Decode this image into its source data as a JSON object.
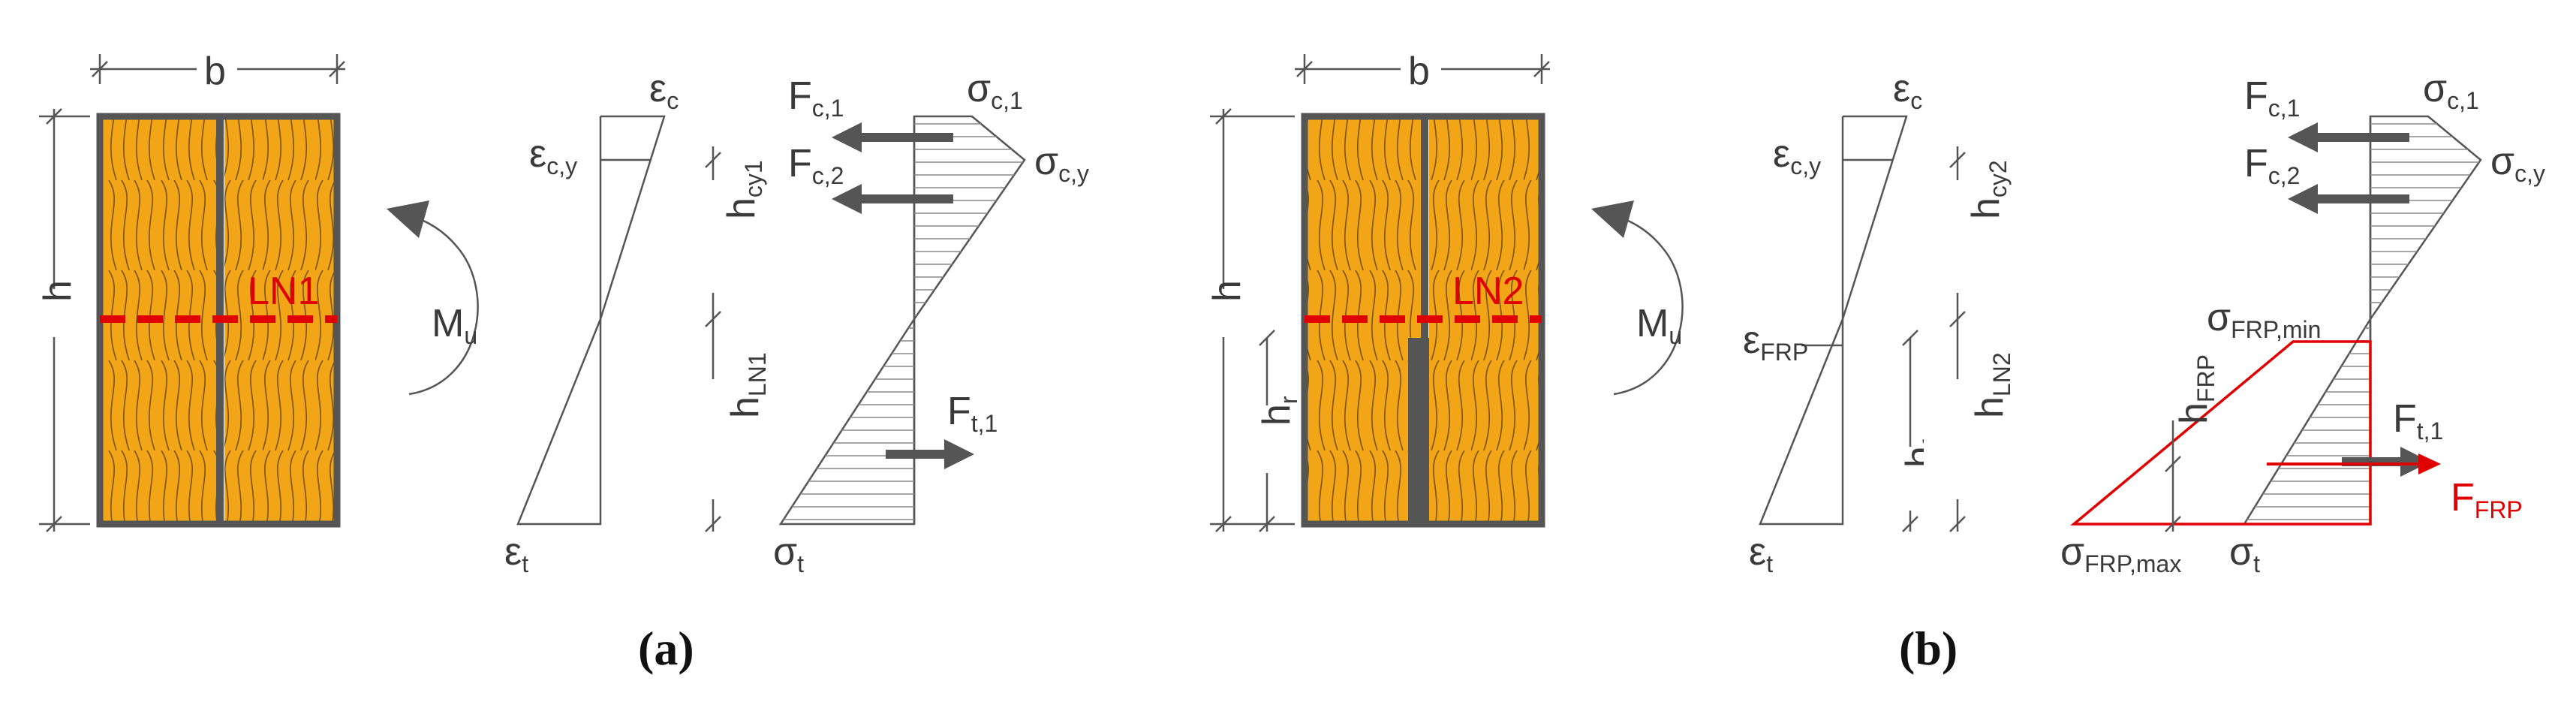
{
  "panel_a": {
    "caption": "(a)",
    "width_label": "b",
    "height_label": "h",
    "neutral_axis_label": "LN1",
    "moment_label": {
      "main": "M",
      "sub": "u"
    },
    "strain": {
      "top": {
        "main": "ε",
        "sub": "c"
      },
      "yield": {
        "main": "ε",
        "sub": "c,y"
      },
      "bottom": {
        "main": "ε",
        "sub": "t"
      }
    },
    "dims": {
      "upper": {
        "main": "h",
        "sub": "cy1"
      },
      "lower": {
        "main": "h",
        "sub": "LN1"
      }
    },
    "stress": {
      "top": {
        "main": "σ",
        "sub": "c,1"
      },
      "yield": {
        "main": "σ",
        "sub": "c,y"
      },
      "bottom": {
        "main": "σ",
        "sub": "t"
      }
    },
    "forces": {
      "c1": {
        "main": "F",
        "sub": "c,1"
      },
      "c2": {
        "main": "F",
        "sub": "c,2"
      },
      "t1": {
        "main": "F",
        "sub": "t,1"
      }
    }
  },
  "panel_b": {
    "caption": "(b)",
    "width_label": "b",
    "height_label": "h",
    "frp_height_label": {
      "main": "h",
      "sub": "r"
    },
    "neutral_axis_label": "LN2",
    "moment_label": {
      "main": "M",
      "sub": "u"
    },
    "strain": {
      "top": {
        "main": "ε",
        "sub": "c"
      },
      "yield": {
        "main": "ε",
        "sub": "c,y"
      },
      "frp": {
        "main": "ε",
        "sub": "FRP"
      },
      "bottom": {
        "main": "ε",
        "sub": "t"
      }
    },
    "dims": {
      "upper": {
        "main": "h",
        "sub": "cy2"
      },
      "lower": {
        "main": "h",
        "sub": "LN2"
      },
      "frp": {
        "main": "h",
        "sub": "f"
      },
      "hfrp": {
        "main": "h",
        "sub": "FRP"
      }
    },
    "stress": {
      "top": {
        "main": "σ",
        "sub": "c,1"
      },
      "yield": {
        "main": "σ",
        "sub": "c,y"
      },
      "frp_min": {
        "main": "σ",
        "sub": "FRP,min"
      },
      "frp_max": {
        "main": "σ",
        "sub": "FRP,max"
      },
      "bottom": {
        "main": "σ",
        "sub": "t"
      }
    },
    "forces": {
      "c1": {
        "main": "F",
        "sub": "c,1"
      },
      "c2": {
        "main": "F",
        "sub": "c,2"
      },
      "t1": {
        "main": "F",
        "sub": "t,1"
      },
      "frp": {
        "main": "F",
        "sub": "FRP"
      }
    }
  },
  "colors": {
    "wood": "#f2a516",
    "grain": "#7a5208",
    "frame": "#555555",
    "neutral_axis": "#e00000",
    "frp": "#e00000",
    "arrow": "#555555"
  }
}
